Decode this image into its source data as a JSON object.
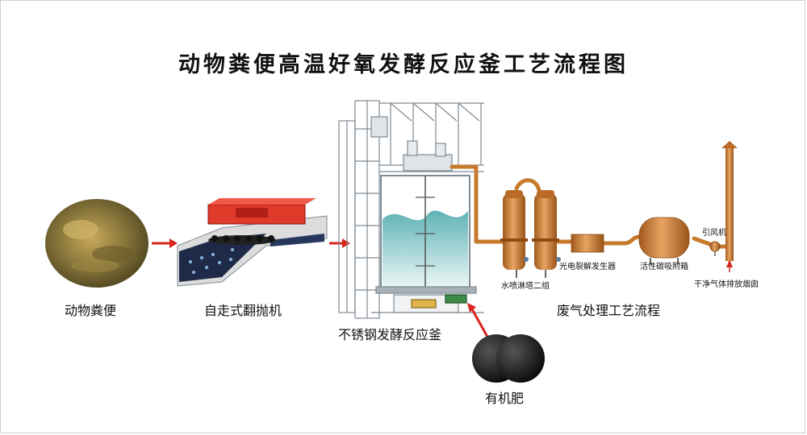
{
  "title": "动物粪便高温好氧发酵反应釜工艺流程图",
  "stages": {
    "manure": "动物粪便",
    "turner": "自走式翻抛机",
    "reactor": "不锈钢发酵反应釜",
    "fertilizer": "有机肥",
    "exhaust_process": "废气处理工艺流程"
  },
  "equipment": {
    "spray_tower": "水喷淋塔二组",
    "photo_cracker": "光电裂解发生器",
    "carbon_box": "活性碳吸附箱",
    "fan": "引风机",
    "chimney": "干净气体排放烟囱"
  },
  "colors": {
    "arrow": "#d7261e",
    "pipe": "#c67a2e",
    "turner_body": "#e03a2a",
    "reactor_liquid": "#7ec6c6",
    "frame_line": "#7e8a94"
  }
}
